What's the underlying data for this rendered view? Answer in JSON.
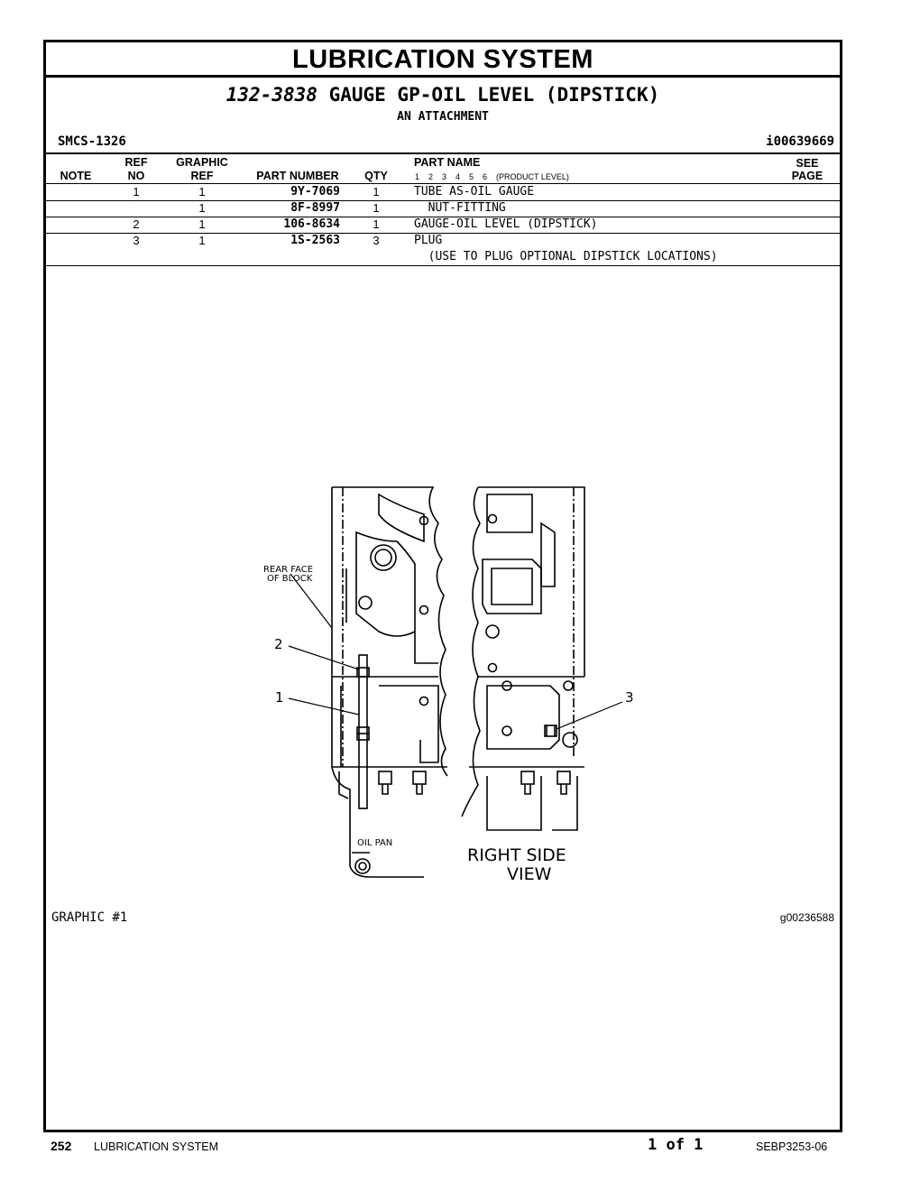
{
  "section_title": "LUBRICATION SYSTEM",
  "group": {
    "part_number": "132-3838",
    "name": "GAUGE GP-OIL LEVEL (DIPSTICK)",
    "type": "AN ATTACHMENT"
  },
  "smcs": "SMCS-1326",
  "illustration_id": "i00639669",
  "columns": {
    "note": "NOTE",
    "ref_top": "REF",
    "ref_bottom": "NO",
    "graphic_top": "GRAPHIC",
    "graphic_bottom": "REF",
    "part_number": "PART NUMBER",
    "qty": "QTY",
    "part_name": "PART NAME",
    "product_level": "1    2    3    4    5    6    (PRODUCT LEVEL)",
    "see_top": "SEE",
    "see_bottom": "PAGE"
  },
  "rows": [
    {
      "ref_no": "1",
      "graphic_ref": "1",
      "part_number": "9Y-7069",
      "qty": "1",
      "part_name": "TUBE AS-OIL GAUGE"
    },
    {
      "ref_no": "",
      "graphic_ref": "1",
      "part_number": "8F-8997",
      "qty": "1",
      "part_name": "  NUT-FITTING"
    },
    {
      "ref_no": "2",
      "graphic_ref": "1",
      "part_number": "106-8634",
      "qty": "1",
      "part_name": "GAUGE-OIL LEVEL (DIPSTICK)"
    },
    {
      "ref_no": "3",
      "graphic_ref": "1",
      "part_number": "1S-2563",
      "qty": "3",
      "part_name": "PLUG"
    },
    {
      "ref_no": "",
      "graphic_ref": "",
      "part_number": "",
      "qty": "",
      "part_name": "  (USE TO PLUG OPTIONAL DIPSTICK LOCATIONS)"
    }
  ],
  "drawing": {
    "label_rear_face_1": "REAR FACE",
    "label_rear_face_2": "OF BLOCK",
    "label_oil_pan": "OIL PAN",
    "label_view_1": "RIGHT SIDE",
    "label_view_2": "VIEW",
    "callout_1": "1",
    "callout_2": "2",
    "callout_3": "3"
  },
  "graphic_label": "GRAPHIC #1",
  "graphic_id": "g00236588",
  "footer": {
    "page_number": "252",
    "section": "LUBRICATION SYSTEM",
    "page_of": "1 of 1",
    "doc_number": "SEBP3253-06"
  }
}
